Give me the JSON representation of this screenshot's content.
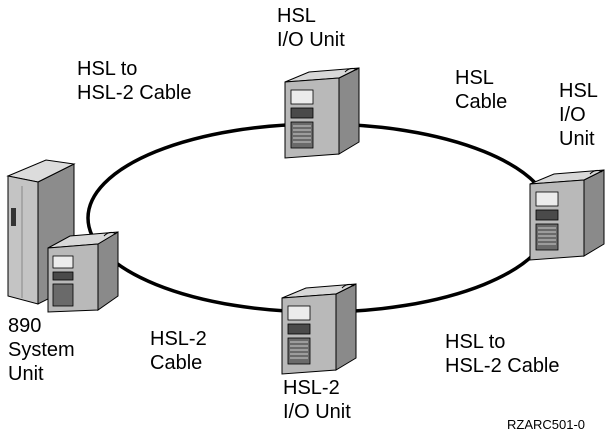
{
  "labels": {
    "top_unit": [
      "HSL",
      "I/O Unit"
    ],
    "top_left_cable": [
      "HSL to",
      "HSL-2 Cable"
    ],
    "top_right_cable": [
      "HSL",
      "Cable"
    ],
    "right_unit": [
      "HSL",
      "I/O",
      "Unit"
    ],
    "system_unit": [
      "890",
      "System",
      "Unit"
    ],
    "bottom_left_cable": [
      "HSL-2",
      "Cable"
    ],
    "bottom_unit": [
      "HSL-2",
      "I/O Unit"
    ],
    "bottom_right_cable": [
      "HSL to",
      "HSL-2 Cable"
    ]
  },
  "figure_code": "RZARC501-0"
}
